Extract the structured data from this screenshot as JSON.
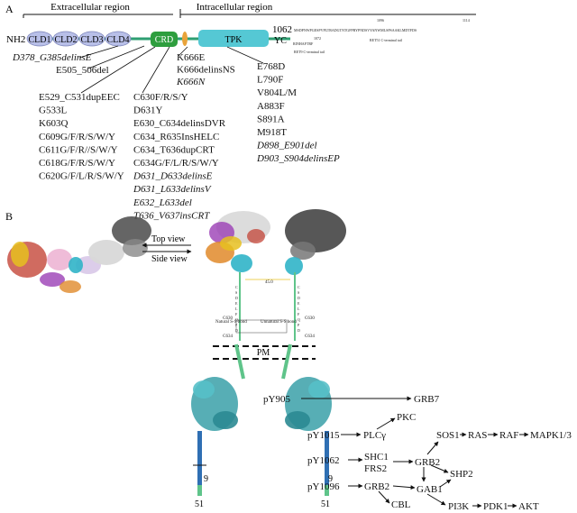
{
  "panel_a": {
    "label": "A",
    "extracellular": "Extracellular region",
    "intracellular": "Intracellular region",
    "nh2": "NH2",
    "domains": [
      "CLD1",
      "CLD2",
      "CLD3",
      "CLD4",
      "CRD",
      "TPK"
    ],
    "pos_1062": "1062",
    "yc": "YC",
    "seq_long": "MSDPNWPGESPVPLTRADGTNTGFPRYPNDSVYANWMLSPSAAKLMDTFDS",
    "seq_short": "RINHAFTRF",
    "num_1072": "1072",
    "num_1096": "1096",
    "num_1114": "1114",
    "ret9_label": "RET9 C-terminal tail",
    "ret51_label": "RET51 C-terminal tail",
    "mut_cld": [
      "D378_G385delinsE",
      "E505_506del"
    ],
    "mut_col1": [
      "E529_C531dupEEC",
      "G533L",
      "K603Q",
      "C609G/F/R/S/W/Y",
      "C611G/F/R//S/W/Y",
      "C618G/F/R/S/W/Y",
      "C620G/F/L/R/S/W/Y"
    ],
    "mut_col2": [
      "C630F/R/S/Y",
      "D631Y",
      "E630_C634delinsDVR",
      "C634_R635InsHELC",
      "C634_T636dupCRT",
      "C634G/F/L/R/S/W/Y",
      "D631_D633delinsE",
      "D631_L633delinsV",
      "E632_L633del",
      "T636_V637insCRT"
    ],
    "mut_crd_right": [
      "K666E",
      "K666delinsNS",
      "K666N"
    ],
    "mut_tpk": [
      "E768D",
      "L790F",
      "V804L/M",
      "A883F",
      "S891A",
      "M918T",
      "D898_E901del",
      "D903_S904delinsEP"
    ]
  },
  "panel_b": {
    "label": "B",
    "top_view": "Top view",
    "side_view": "Side view",
    "dist": "45.0",
    "seq_letters": [
      "C",
      "S",
      "D",
      "E",
      "L",
      "F",
      "Q",
      "P",
      "D"
    ],
    "c630": "C630",
    "c634": "C634",
    "natural": "Natural S-S bond",
    "unnatural": "Unnatural S-S bond",
    "pm": "PM",
    "num_9": "9",
    "num_51": "51",
    "sites": [
      "pY905",
      "pY1015",
      "pY1062",
      "pY1096"
    ],
    "nodes": {
      "grb7": "GRB7",
      "pkc": "PKC",
      "plcg": "PLCγ",
      "shc1": "SHC1",
      "frs2": "FRS2",
      "grb2": "GRB2",
      "sos1": "SOS1",
      "ras": "RAS",
      "raf": "RAF",
      "mapk": "MAPK1/3",
      "shp2": "SHP2",
      "gab1": "GAB1",
      "pi3k": "PI3K",
      "pdk1": "PDK1",
      "akt": "AKT",
      "grb2b": "GRB2",
      "cbl": "CBL"
    }
  },
  "colors": {
    "cld": "#b8bfe8",
    "crd": "#2e9e3e",
    "tpk": "#55c8d4",
    "membrane": "#e8a33a",
    "helix": "#3aa0a8",
    "green_bar": "#5fc48a",
    "blue_bar": "#2f6fb3"
  }
}
